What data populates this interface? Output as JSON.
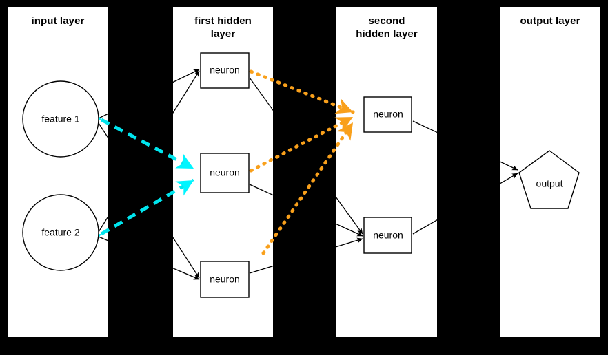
{
  "diagram": {
    "title": "neural network layers diagram",
    "background_color": "#000000",
    "panel_color": "#ffffff",
    "layers": [
      {
        "id": "input",
        "title": "input layer",
        "title_line1": "input layer",
        "title_line2": "",
        "nodes": [
          {
            "label": "feature 1",
            "shape": "circle",
            "fill": "#ffffff"
          },
          {
            "label": "feature 2",
            "shape": "circle",
            "fill": "#ffffff"
          }
        ]
      },
      {
        "id": "hidden1",
        "title": "first hidden layer",
        "title_line1": "first hidden",
        "title_line2": "layer",
        "nodes": [
          {
            "label": "neuron",
            "shape": "rect",
            "fill": "#ffffff"
          },
          {
            "label": "neuron",
            "shape": "rect",
            "fill": "#00f5ff"
          },
          {
            "label": "neuron",
            "shape": "rect",
            "fill": "#ffffff"
          }
        ]
      },
      {
        "id": "hidden2",
        "title": "second hidden layer",
        "title_line1": "second",
        "title_line2": "hidden layer",
        "nodes": [
          {
            "label": "neuron",
            "shape": "rect",
            "fill": "#f9a01b"
          },
          {
            "label": "neuron",
            "shape": "rect",
            "fill": "#ffffff"
          }
        ]
      },
      {
        "id": "output",
        "title": "output layer",
        "title_line1": "output layer",
        "title_line2": "",
        "nodes": [
          {
            "label": "output",
            "shape": "pentagon",
            "fill": "#ffffff"
          }
        ]
      }
    ],
    "highlight_colors": {
      "cyan": "#00f5ff",
      "cyan_edge": "#00e5ee",
      "orange": "#f9a01b",
      "black": "#000000",
      "white": "#ffffff"
    },
    "edge_styles": {
      "plain": "solid black arrow",
      "highlight_in": "cyan dashed double arrow",
      "highlight_out": "orange dotted arrow"
    }
  }
}
